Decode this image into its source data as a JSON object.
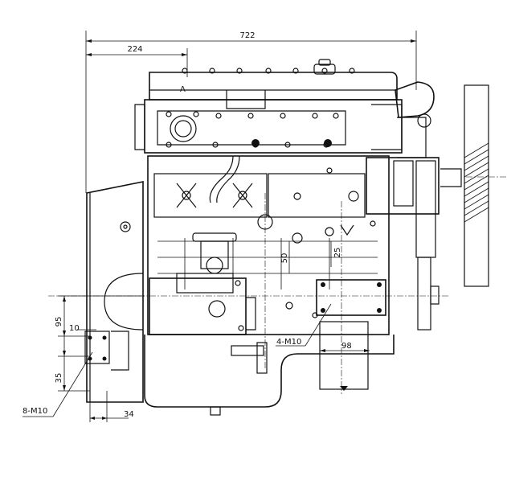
{
  "drawing": {
    "labels": {
      "overall_length": "722",
      "offset_224": "224",
      "section_mark": "A",
      "dim_50": "50",
      "dim_25": "25",
      "dim_95": "95",
      "dim_10": "10",
      "dim_35": "35",
      "dim_34": "34",
      "dim_98": "98",
      "bolt_4m10": "4-M10",
      "bolt_8m10": "8-M10"
    }
  }
}
